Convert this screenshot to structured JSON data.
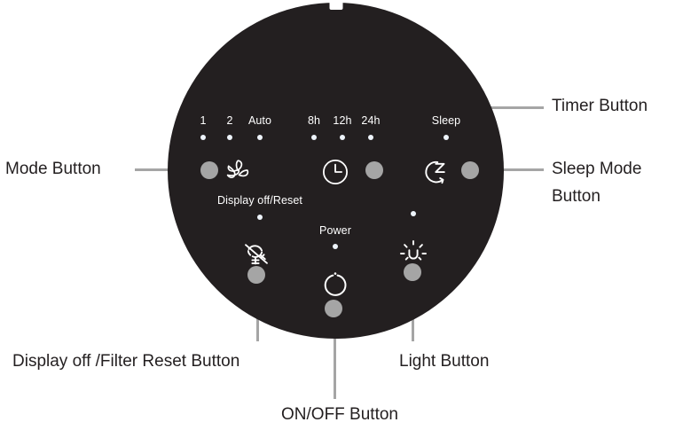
{
  "device": {
    "name": "Air Purifier Control Panel",
    "panel_color": "#231f20",
    "button_color": "#a5a5a5",
    "led_color": "#eef4fb",
    "leader_color": "#a5a5a5",
    "caption_color": "#231f20",
    "background_color": "#ffffff"
  },
  "panel": {
    "indicator_groups": [
      {
        "name": "fan-speed",
        "labels": [
          "1",
          "2",
          "Auto"
        ],
        "led_count": 3
      },
      {
        "name": "timer",
        "labels": [
          "8h",
          "12h",
          "24h"
        ],
        "led_count": 3
      },
      {
        "name": "sleep",
        "labels": [
          "Sleep"
        ],
        "led_count": 1
      }
    ],
    "indicators": {
      "speed_1": "1",
      "speed_2": "2",
      "speed_auto": "Auto",
      "timer_8h": "8h",
      "timer_12h": "12h",
      "timer_24h": "24h",
      "sleep": "Sleep",
      "display_off_reset": "Display off/Reset",
      "power": "Power"
    },
    "icons": {
      "mode": "fan-icon",
      "timer": "clock-icon",
      "sleep": "moon-z-icon",
      "display_off_reset": "display-off-icon",
      "power": "power-icon",
      "light": "sun-icon"
    }
  },
  "callouts": {
    "mode": "Mode Button",
    "timer": "Timer Button",
    "sleep_mode_line1": "Sleep Mode",
    "sleep_mode_line2": "Button",
    "display_off_filter_reset": "Display off /Filter Reset Button",
    "on_off": "ON/OFF Button",
    "light": "Light Button"
  }
}
